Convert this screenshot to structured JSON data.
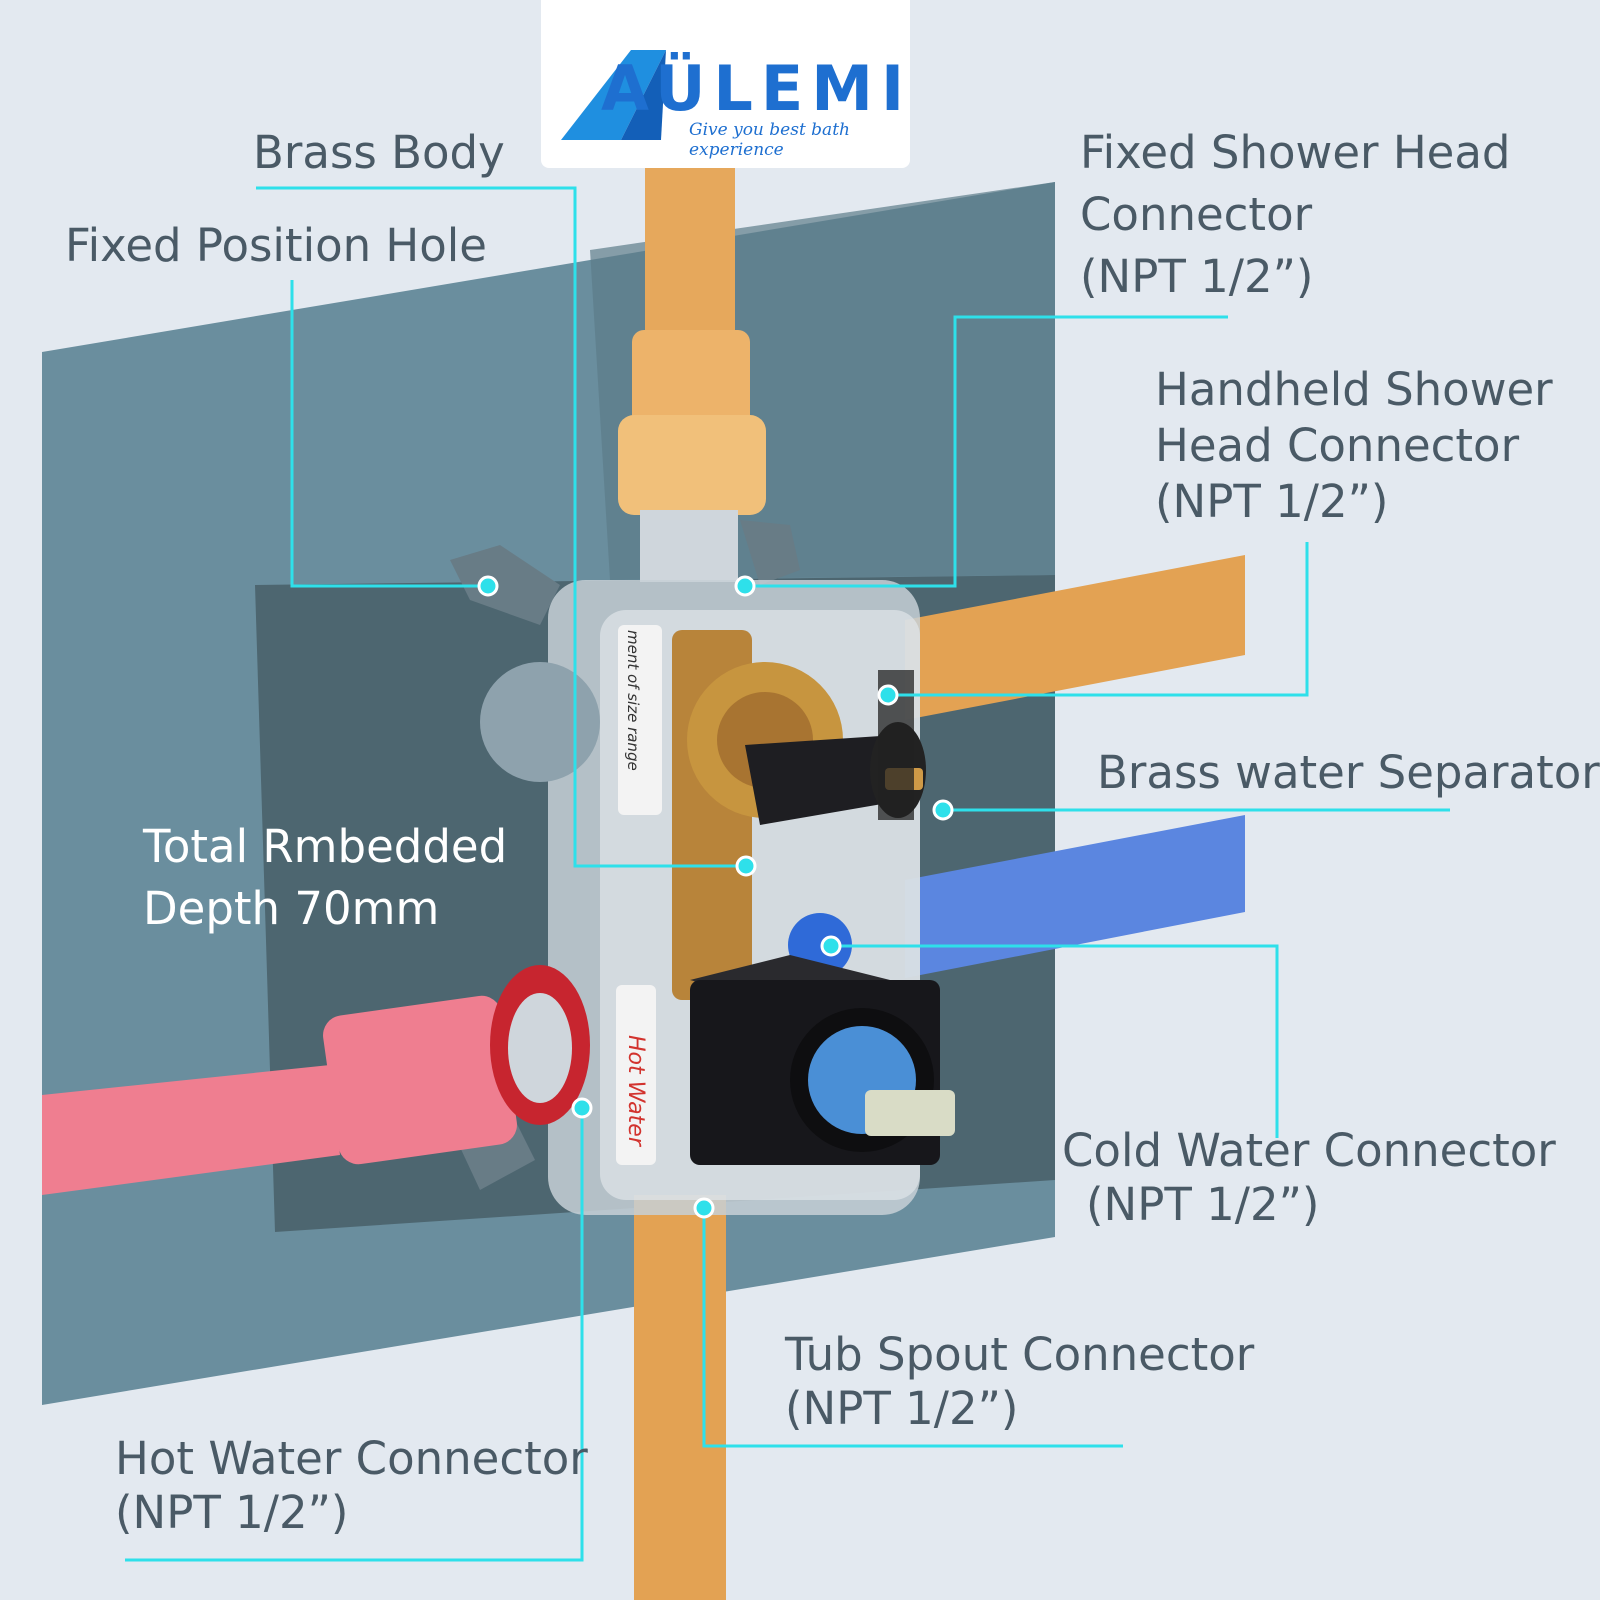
{
  "brand": {
    "name": "AÜLEMI",
    "tagline": "Give you best bath experience"
  },
  "colors": {
    "background": "#e3e9f0",
    "wall_panel": "#6a8e9e",
    "recess": "#4d6670",
    "callout_line": "#2ee0ea",
    "copper_pipe": "#e6a85c",
    "hot_pipe": "#ef7e90",
    "cold_pipe": "#5b86e0",
    "brass": "#b8843a",
    "text": "#4a5a66"
  },
  "labels": {
    "brass_body": "Brass Body",
    "fixed_position_hole": "Fixed Position Hole",
    "fixed_shower_head": [
      "Fixed Shower Head",
      "Connector",
      "(NPT 1/2”)"
    ],
    "handheld_shower_head": [
      "Handheld Shower",
      "Head Connector",
      "(NPT 1/2”)"
    ],
    "brass_water_separator": "Brass water Separator",
    "total_depth": [
      "Total Rmbedded",
      "Depth 70mm"
    ],
    "cold_water": [
      "Cold Water Connector",
      "(NPT 1/2”)"
    ],
    "tub_spout": [
      "Tub Spout Connector",
      "(NPT 1/2”)"
    ],
    "hot_water": [
      "Hot Water Connector",
      "(NPT 1/2”)"
    ]
  },
  "product_markings": {
    "hot_water_label": "Hot Water",
    "size_label": "ment of size range"
  }
}
